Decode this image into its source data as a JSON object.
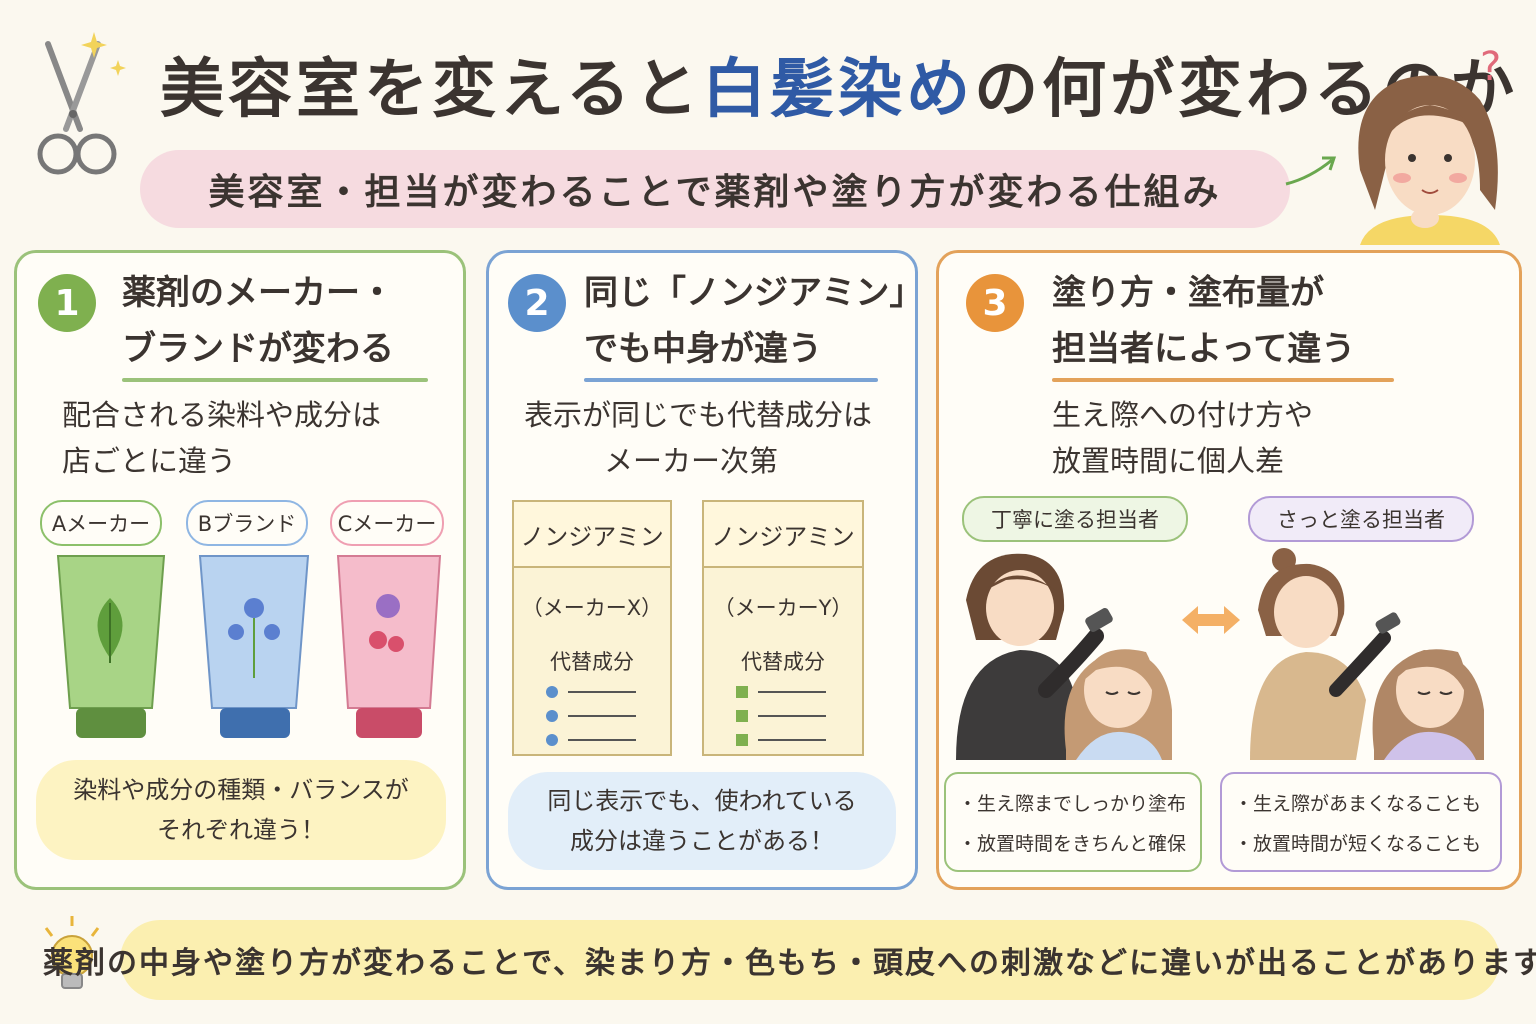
{
  "title": {
    "part1": "美容室を変えると",
    "part2": "白髪染め",
    "part3": "の何が変わるのか"
  },
  "subtitle": "美容室・担当が変わることで薬剤や塗り方が変わる仕組み",
  "panel1": {
    "number": "1",
    "title_line1": "薬剤のメーカー・",
    "title_line2": "ブランドが変わる",
    "body_line1": "配合される染料や成分は",
    "body_line2": "店ごとに違う",
    "products": [
      {
        "label": "Aメーカー",
        "color": "#8cc06a"
      },
      {
        "label": "Bブランド",
        "color": "#8fb6e3"
      },
      {
        "label": "Cメーカー",
        "color": "#ef9fb2"
      }
    ],
    "note_line1": "染料や成分の種類・バランスが",
    "note_line2": "それぞれ違う！"
  },
  "panel2": {
    "number": "2",
    "title_line1": "同じ「ノンジアミン」",
    "title_line2": "でも中身が違う",
    "body_line1": "表示が同じでも代替成分は",
    "body_line2": "メーカー次第",
    "boxes": [
      {
        "name": "ノンジアミン",
        "maker": "（メーカーX）",
        "ingredient": "代替成分",
        "bullet_color": "#5b8fcc"
      },
      {
        "name": "ノンジアミン",
        "maker": "（メーカーY）",
        "ingredient": "代替成分",
        "bullet_color": "#7fb04f"
      }
    ],
    "note_line1": "同じ表示でも、使われている",
    "note_line2": "成分は違うことがある！"
  },
  "panel3": {
    "number": "3",
    "title_line1": "塗り方・塗布量が",
    "title_line2": "担当者によって違う",
    "body_line1": "生え際への付け方や",
    "body_line2": "放置時間に個人差",
    "left_label": "丁寧に塗る担当者",
    "right_label": "さっと塗る担当者",
    "left_note_line1": "・生え際までしっかり塗布",
    "left_note_line2": "・放置時間をきちんと確保",
    "right_note_line1": "・生え際があまくなることも",
    "right_note_line2": "・放置時間が短くなることも"
  },
  "bottom": "薬剤の中身や塗り方が変わることで、染まり方・色もち・頭皮への刺激などに違いが出ることがあります！",
  "colors": {
    "green": "#7fb04f",
    "blue": "#5b8fcc",
    "orange": "#e8943b",
    "accent_title": "#2f5aa5"
  }
}
